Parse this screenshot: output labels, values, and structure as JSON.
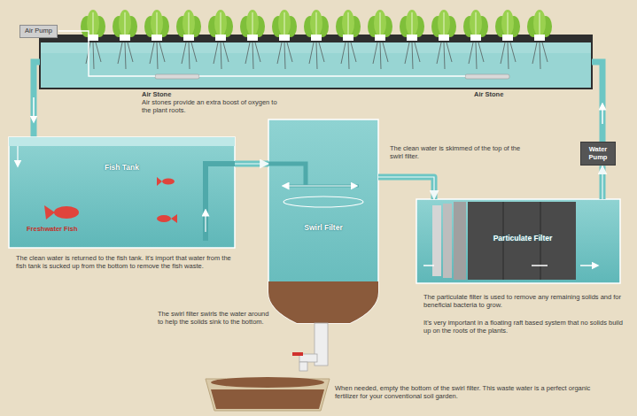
{
  "diagram": {
    "nodes": [
      {
        "text": [
          "Air Pump"
        ]
      },
      {
        "text": [
          "Fish Tank"
        ]
      },
      {
        "text": [
          "Swirl Filter"
        ]
      },
      {
        "text": [
          "Particulate Filter"
        ]
      },
      {
        "text": [
          "Water Pump"
        ]
      }
    ],
    "edges": [
      {
        "from": 1,
        "to": 2,
        "arrow": "to"
      },
      {
        "from": 2,
        "to": 3,
        "arrow": "to"
      },
      {
        "from": 3,
        "to": 4,
        "arrow": "to"
      }
    ],
    "labels": [
      "Air Stone",
      "Air stones provide an extra boost of oxygen to the plant roots.",
      "Air Stone",
      "Freshwater Fish",
      "The clean water is returned to the fish tank. It's import that water from the fish tank is sucked up from the bottom to remove the fish waste.",
      "The clean water is skimmed of the top of the swirl filter.",
      "The swirl filter swirls the water around to help the solids sink to the bottom.",
      "The particulate filter is used to remove any remaining solids and for beneficial bacteria to grow.",
      "It's very important in a floating raft based system that no solids build up on the roots of the plants.",
      "When needed, empty the bottom of the swirl filter. This waste water is a perfect organic fertilizer for your conventional soil garden."
    ]
  }
}
